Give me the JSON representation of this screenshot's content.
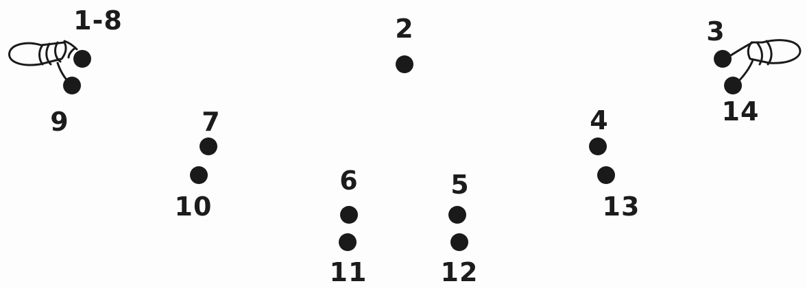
{
  "labels": {
    "start": "1-8",
    "n2": "2",
    "n3": "3",
    "n4": "4",
    "n5": "5",
    "n6": "6",
    "n7": "7",
    "n9": "9",
    "n10": "10",
    "n11": "11",
    "n12": "12",
    "n13": "13",
    "n14": "14"
  },
  "icons": {
    "left": "horn-icon",
    "right": "horn-icon"
  },
  "colors": {
    "ink": "#1a1a1a",
    "background": "#fdfdfd"
  }
}
